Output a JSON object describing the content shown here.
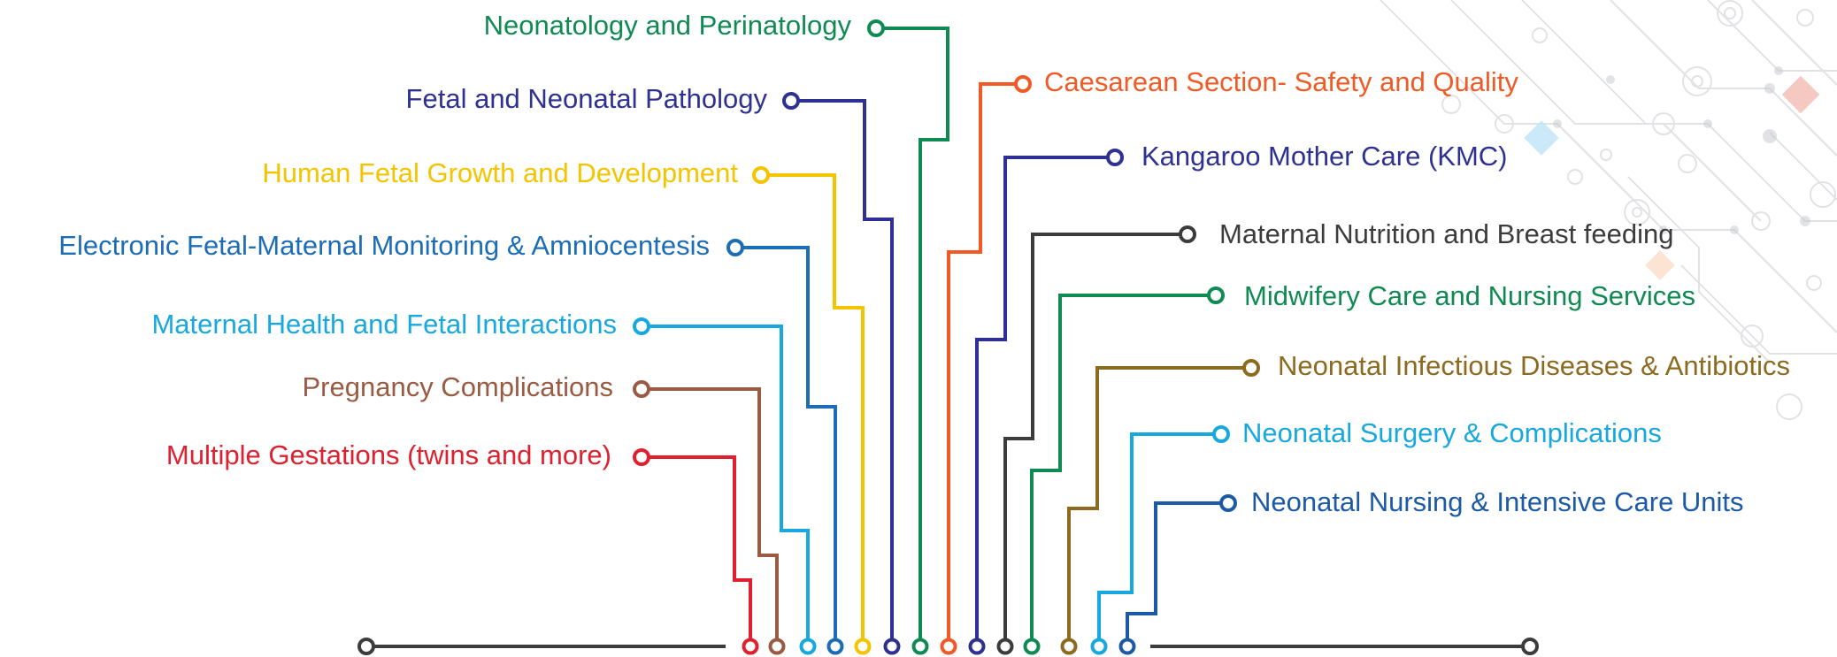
{
  "topics": [
    {
      "key": "neonatology",
      "label": "Neonatology and Perinatology",
      "color": "#0f8a52"
    },
    {
      "key": "fetal-neonatal-pathology",
      "label": "Fetal and Neonatal Pathology",
      "color": "#2e3192"
    },
    {
      "key": "fetal-growth",
      "label": "Human Fetal Growth and Development",
      "color": "#f5c400"
    },
    {
      "key": "fetal-monitoring",
      "label": "Electronic Fetal-Maternal Monitoring & Amniocentesis",
      "color": "#1c6db5"
    },
    {
      "key": "maternal-health",
      "label": "Maternal Health and Fetal Interactions",
      "color": "#18a8e0"
    },
    {
      "key": "pregnancy-complications",
      "label": "Pregnancy Complications",
      "color": "#9a5b43"
    },
    {
      "key": "multiple-gestations",
      "label": "Multiple Gestations (twins and more)",
      "color": "#e0202f"
    },
    {
      "key": "caesarean",
      "label": "Caesarean Section- Safety and Quality",
      "color": "#f15a24"
    },
    {
      "key": "kangaroo",
      "label": "Kangaroo Mother Care (KMC)",
      "color": "#2e3192"
    },
    {
      "key": "nutrition",
      "label": "Maternal Nutrition and Breast feeding",
      "color": "#3c3c3c"
    },
    {
      "key": "midwifery",
      "label": "Midwifery Care and Nursing Services",
      "color": "#0f8a52"
    },
    {
      "key": "infectious",
      "label": "Neonatal Infectious Diseases & Antibiotics",
      "color": "#8c6a1f"
    },
    {
      "key": "surgery",
      "label": "Neonatal Surgery & Complications",
      "color": "#18a8e0"
    },
    {
      "key": "nursing-icu",
      "label": "Neonatal Nursing & Intensive Care Units",
      "color": "#1c5aa6"
    }
  ],
  "baseline_color": "#3c3c3c"
}
